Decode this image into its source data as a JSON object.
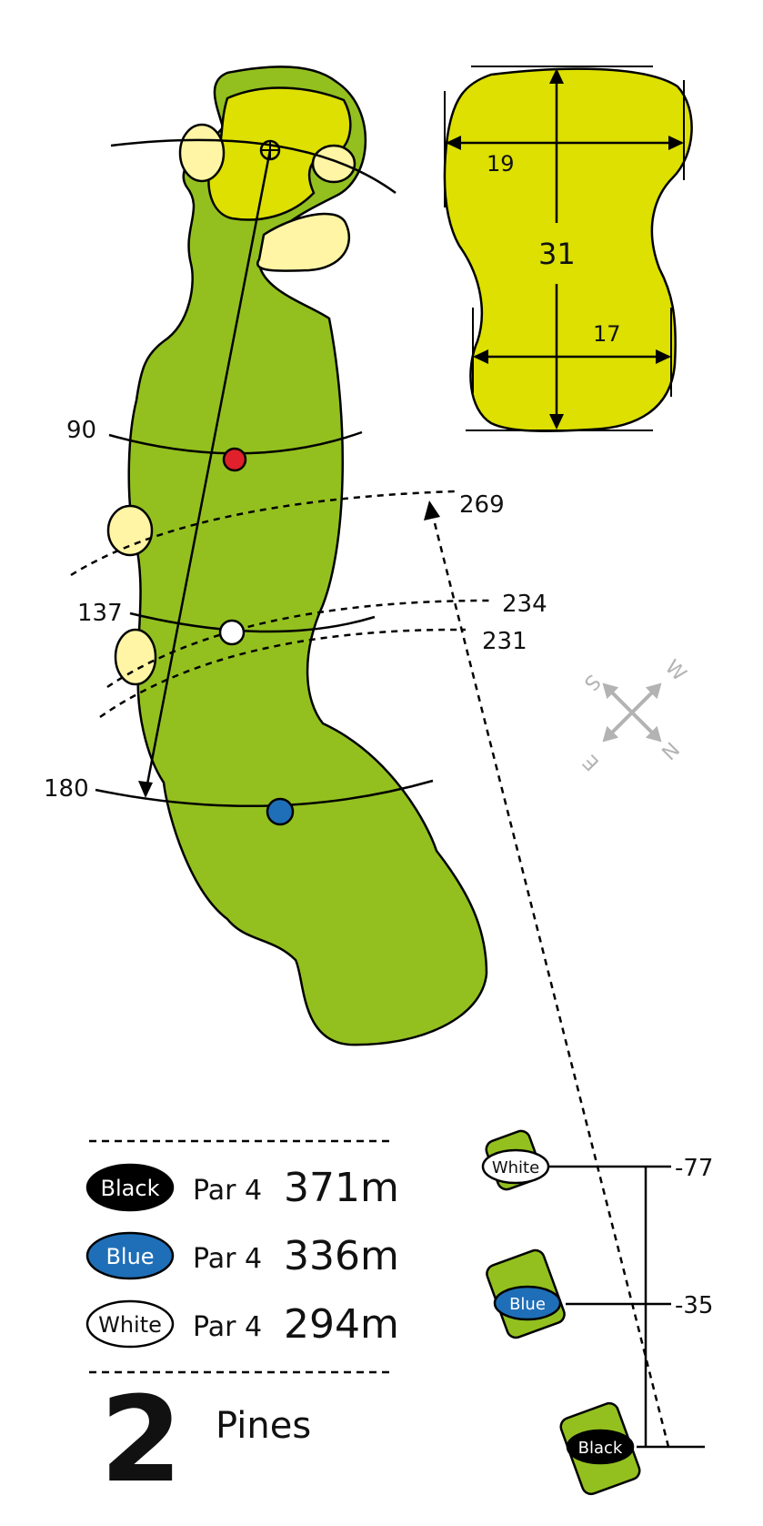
{
  "hole": {
    "number": "2",
    "name": "Pines"
  },
  "green": {
    "width_front": "19",
    "length": "31",
    "width_back": "17"
  },
  "distances": {
    "d90": "90",
    "d137": "137",
    "d180": "180",
    "d269": "269",
    "d234": "234",
    "d231": "231"
  },
  "tee_offsets": {
    "white": "-77",
    "blue": "-35"
  },
  "compass": {
    "s": "S",
    "w": "W",
    "e": "E",
    "n": "N"
  },
  "tees": [
    {
      "name": "Black",
      "par": "Par 4",
      "length": "371m"
    },
    {
      "name": "Blue",
      "par": "Par 4",
      "length": "336m"
    },
    {
      "name": "White",
      "par": "Par 4",
      "length": "294m"
    }
  ],
  "colors": {
    "fairway": "#93c01f",
    "green": "#dde000",
    "bunker": "#fff5a5",
    "black_tee": "#000000",
    "blue_tee": "#1f6fb8",
    "white_tee": "#ffffff",
    "red_marker": "#e0202a"
  }
}
